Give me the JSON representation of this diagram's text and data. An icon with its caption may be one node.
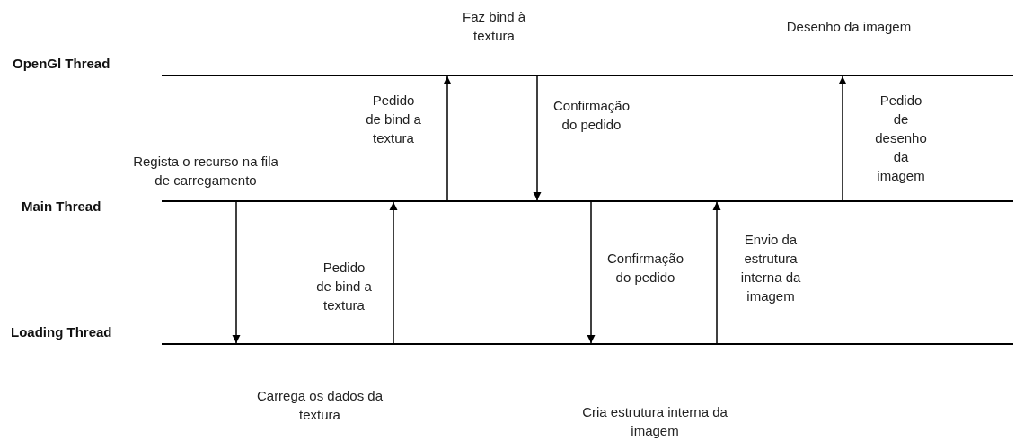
{
  "diagram": {
    "nodes": [
      {
        "text": [],
        "shape": "bar"
      },
      {
        "text": [],
        "shape": "bar"
      },
      {
        "text": [],
        "shape": "bar"
      }
    ],
    "edges": [
      {
        "from": 1,
        "to": 2,
        "arrow": "to"
      },
      {
        "from": 2,
        "to": 1,
        "arrow": "to",
        "label": "Pedido de bind a textura"
      },
      {
        "from": 1,
        "to": 0,
        "arrow": "to",
        "label": "Pedido de bind a textura"
      },
      {
        "from": 0,
        "to": 1,
        "arrow": "to",
        "label": "Confirmação do pedido"
      },
      {
        "from": 1,
        "to": 2,
        "arrow": "to",
        "label": "Confirmação do pedido"
      },
      {
        "from": 2,
        "to": 1,
        "arrow": "to",
        "label": "Envio da estrutura interna da imagem"
      },
      {
        "from": 1,
        "to": 0,
        "arrow": "to",
        "label": "Pedido de desenho da imagem"
      }
    ],
    "labels": [
      "OpenGl Thread",
      "Main Thread",
      "Loading Thread",
      "Faz bind à textura",
      "Desenho da imagem",
      "Regista o recurso na fila de carregamento",
      "Carrega os dados da textura",
      "Cria estrutura interna da imagem"
    ]
  }
}
